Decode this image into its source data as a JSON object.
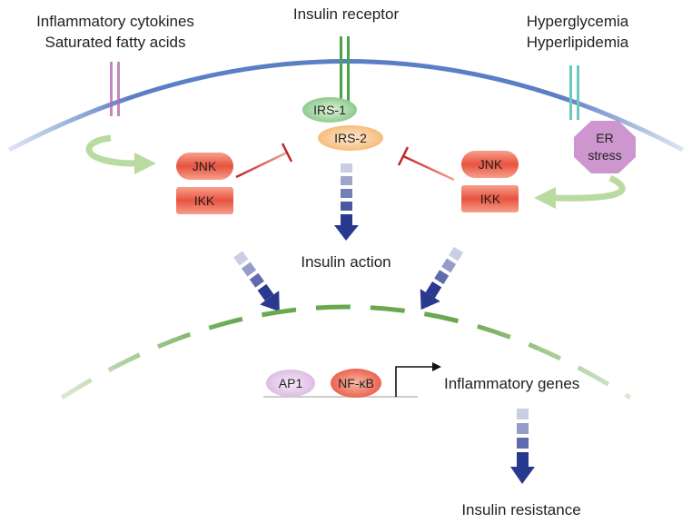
{
  "labels": {
    "top_left_line1": "Inflammatory cytokines",
    "top_left_line2": "Saturated fatty acids",
    "top_center": "Insulin receptor",
    "top_right_line1": "Hyperglycemia",
    "top_right_line2": "Hyperlipidemia",
    "insulin_action": "Insulin action",
    "inflammatory_genes": "Inflammatory genes",
    "insulin_resistance": "Insulin resistance"
  },
  "nodes": {
    "irs1": "IRS-1",
    "irs2": "IRS-2",
    "jnk_left": "JNK",
    "ikk_left": "IKK",
    "jnk_right": "JNK",
    "ikk_right": "IKK",
    "er_stress_line1": "ER",
    "er_stress_line2": "stress",
    "ap1": "AP1",
    "nfkb": "NF-κB"
  },
  "colors": {
    "membrane": "#5b7fc4",
    "nucleus": "#6aa84f",
    "kinase": "#e8533f",
    "irs1": "#7dc27d",
    "irs2": "#f6b36a",
    "er_stress": "#c98bc9",
    "ap1": "#d9b3e0",
    "inhibition": "#c0262d",
    "flow_arrow": "#2a3990",
    "cycle_arrow": "#b9dba1"
  }
}
